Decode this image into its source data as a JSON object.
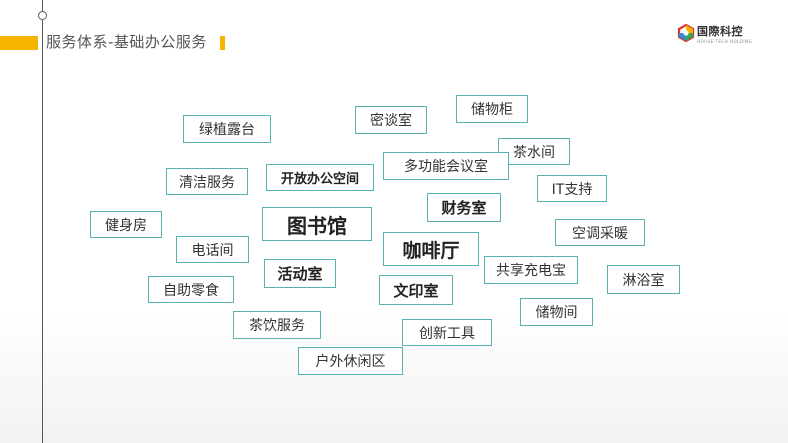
{
  "title": "服务体系-基础办公服务",
  "logo": {
    "name": "国際科控",
    "subtitle": "HOUSE TECH HOLDING"
  },
  "colors": {
    "accent": "#f5b400",
    "box_border": "#56b3b3"
  },
  "services": {
    "lvzhi": "绿植露台",
    "mitan": "密谈室",
    "chuwugui": "储物柜",
    "chashui": "茶水间",
    "qingjie": "清洁服务",
    "kaifang": "开放办公空间",
    "duogongneng": "多功能会议室",
    "it": "IT支持",
    "caiwu": "财务室",
    "jianshen": "健身房",
    "tushu": "图书馆",
    "kongtiao": "空调采暖",
    "dianhua": "电话间",
    "kafei": "咖啡厅",
    "gongxiang": "共享充电宝",
    "linyu": "淋浴室",
    "huodong": "活动室",
    "zizhu": "自助零食",
    "wenyin": "文印室",
    "chuwujian": "储物间",
    "chayin": "茶饮服务",
    "chuangxin": "创新工具",
    "huwai": "户外休闲区"
  }
}
